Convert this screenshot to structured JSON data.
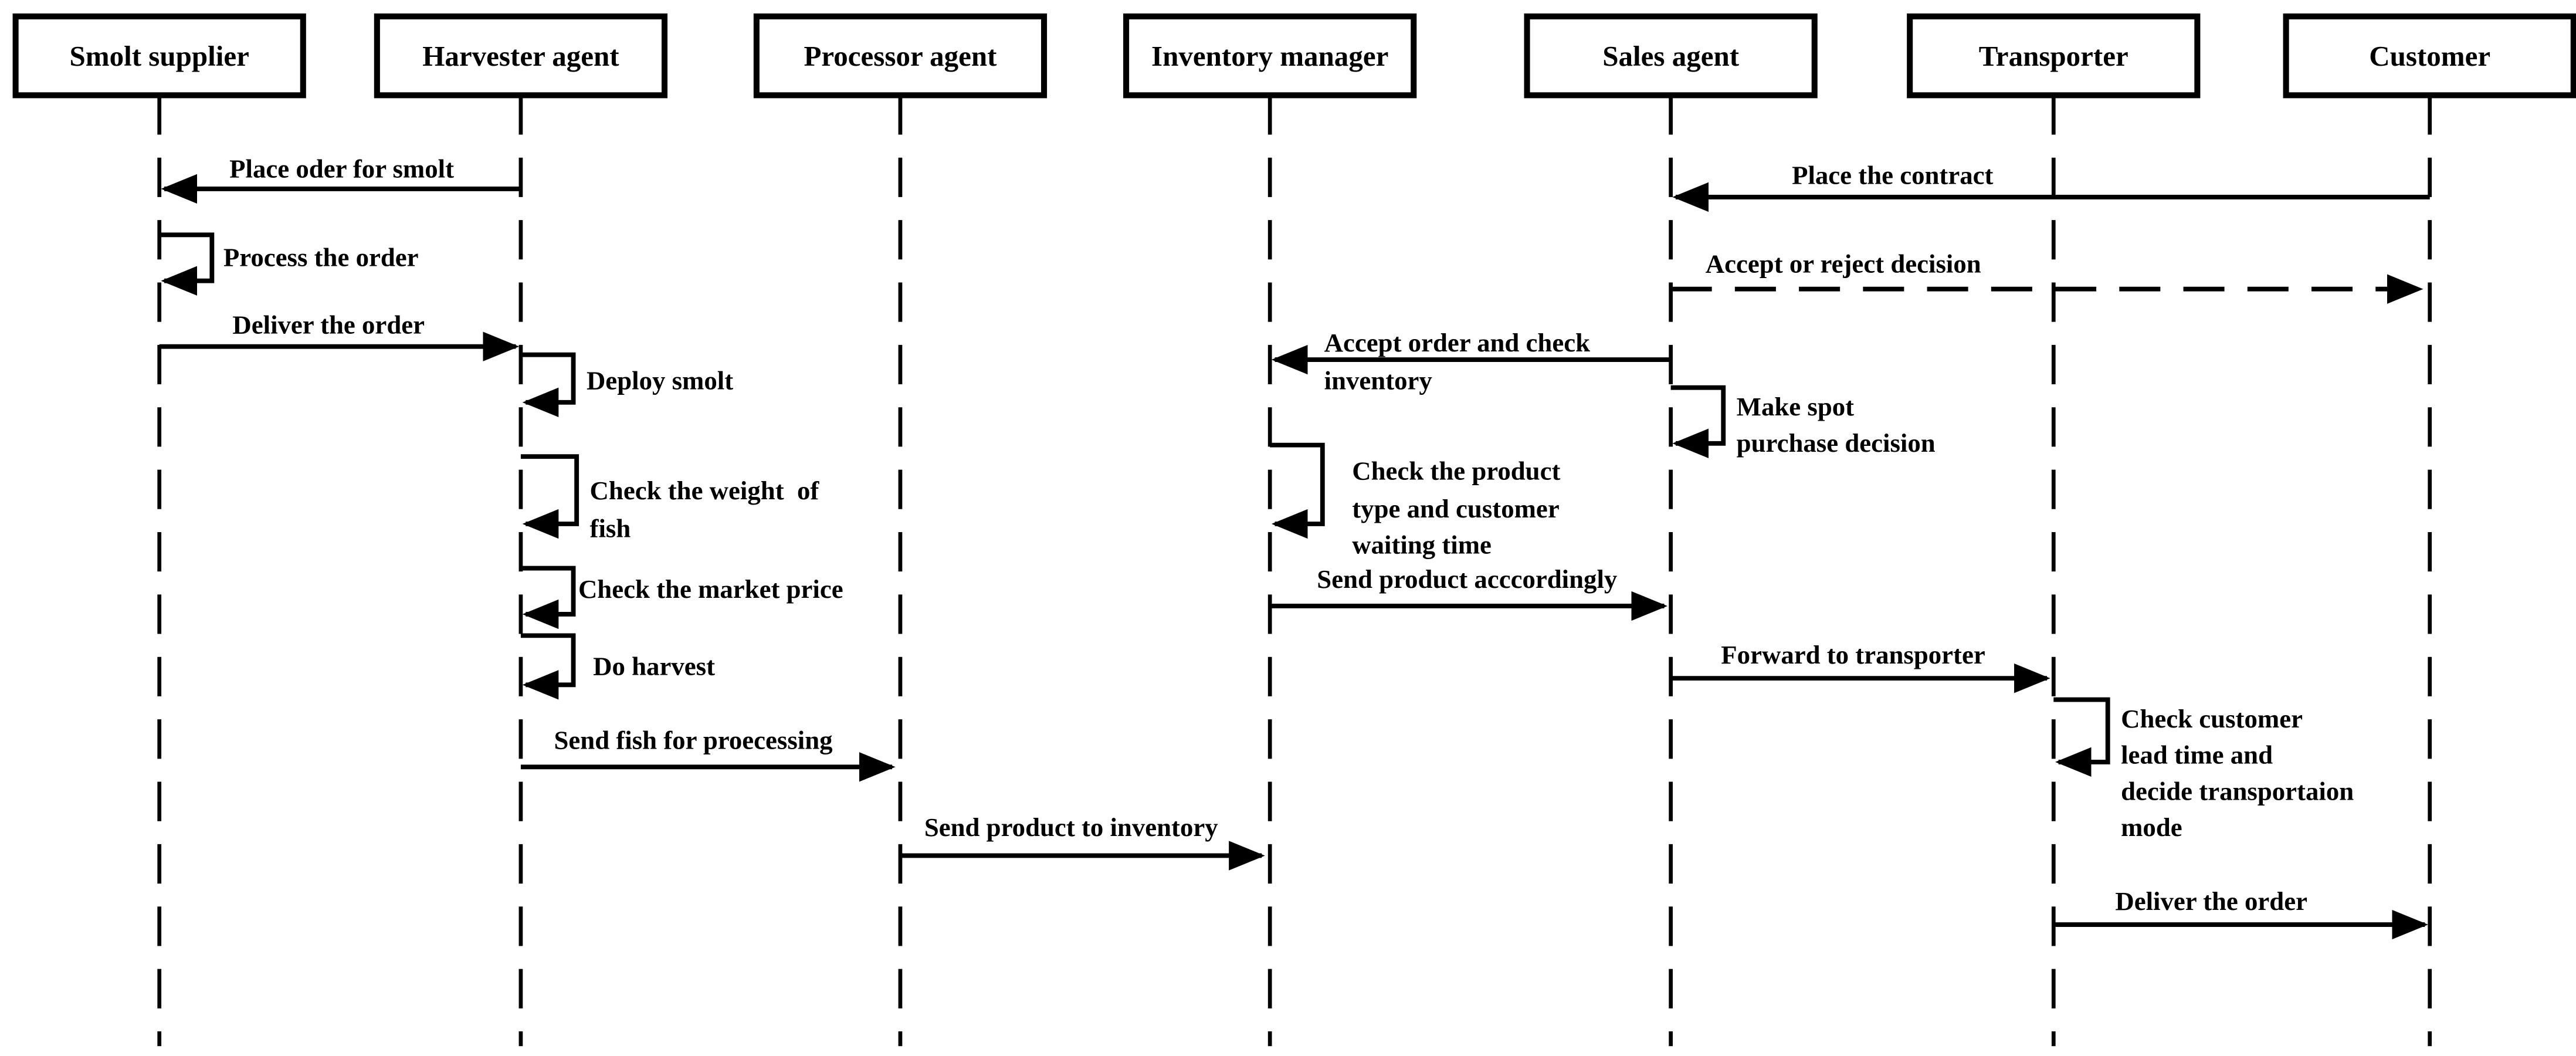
{
  "diagram": {
    "type": "uml-sequence-diagram",
    "title": "Fish supply chain sequence diagram",
    "colors": {
      "ink": "#000000",
      "background": "#ffffff"
    },
    "actors": [
      {
        "name": "Smolt supplier"
      },
      {
        "name": "Harvester agent"
      },
      {
        "name": "Processor agent"
      },
      {
        "name": "Inventory manager"
      },
      {
        "name": "Sales agent"
      },
      {
        "name": "Transporter"
      },
      {
        "name": "Customer"
      }
    ],
    "messages": [
      {
        "from": "Harvester agent",
        "to": "Smolt supplier",
        "type": "solid",
        "label": "Place oder for smolt",
        "label_lines": [
          "Place oder for smolt"
        ]
      },
      {
        "from": "Smolt supplier",
        "to": "Smolt supplier",
        "type": "self",
        "label": "Process the order",
        "label_lines": [
          "Process the order"
        ]
      },
      {
        "from": "Smolt supplier",
        "to": "Harvester agent",
        "type": "solid",
        "label": "Deliver the order",
        "label_lines": [
          "Deliver the order"
        ]
      },
      {
        "from": "Harvester agent",
        "to": "Harvester agent",
        "type": "self",
        "label": "Deploy smolt",
        "label_lines": [
          "Deploy smolt"
        ]
      },
      {
        "from": "Harvester agent",
        "to": "Harvester agent",
        "type": "self",
        "label": "Check the weight  of fish",
        "label_lines": [
          "Check the weight  of",
          "fish"
        ]
      },
      {
        "from": "Harvester agent",
        "to": "Harvester agent",
        "type": "self",
        "label": "Check the market price",
        "label_lines": [
          "Check the market price"
        ]
      },
      {
        "from": "Harvester agent",
        "to": "Harvester agent",
        "type": "self",
        "label": "Do harvest",
        "label_lines": [
          "Do harvest"
        ]
      },
      {
        "from": "Harvester agent",
        "to": "Processor agent",
        "type": "solid",
        "label": "Send fish for proecessing",
        "label_lines": [
          "Send fish for proecessing"
        ]
      },
      {
        "from": "Processor agent",
        "to": "Inventory manager",
        "type": "solid",
        "label": "Send product to inventory",
        "label_lines": [
          "Send product to inventory"
        ]
      },
      {
        "from": "Customer",
        "to": "Sales agent",
        "type": "solid",
        "label": "Place the contract",
        "label_lines": [
          "Place the contract"
        ]
      },
      {
        "from": "Sales agent",
        "to": "Customer",
        "type": "dashed",
        "label": "Accept or reject decision",
        "label_lines": [
          "Accept or reject decision"
        ]
      },
      {
        "from": "Sales agent",
        "to": "Inventory manager",
        "type": "solid",
        "label": "Accept order and check inventory",
        "label_lines": [
          "Accept order and check",
          "inventory"
        ]
      },
      {
        "from": "Sales agent",
        "to": "Sales agent",
        "type": "self",
        "label": "Make spot purchase decision",
        "label_lines": [
          "Make spot",
          "purchase decision"
        ]
      },
      {
        "from": "Inventory manager",
        "to": "Inventory manager",
        "type": "self",
        "label": "Check the product type and customer waiting time",
        "label_lines": [
          "Check the product",
          "type and customer",
          "waiting time"
        ]
      },
      {
        "from": "Inventory manager",
        "to": "Sales agent",
        "type": "solid",
        "label": "Send product acccordingly",
        "label_lines": [
          "Send product acccordingly"
        ]
      },
      {
        "from": "Sales agent",
        "to": "Transporter",
        "type": "solid",
        "label": "Forward to transporter",
        "label_lines": [
          "Forward to transporter"
        ]
      },
      {
        "from": "Transporter",
        "to": "Transporter",
        "type": "self",
        "label": "Check customer lead time and decide transportaion mode",
        "label_lines": [
          "Check customer",
          "lead time and",
          "decide transportaion",
          "mode"
        ]
      },
      {
        "from": "Transporter",
        "to": "Customer",
        "type": "solid",
        "label": "Deliver the order",
        "label_lines": [
          "Deliver the order"
        ]
      }
    ]
  }
}
